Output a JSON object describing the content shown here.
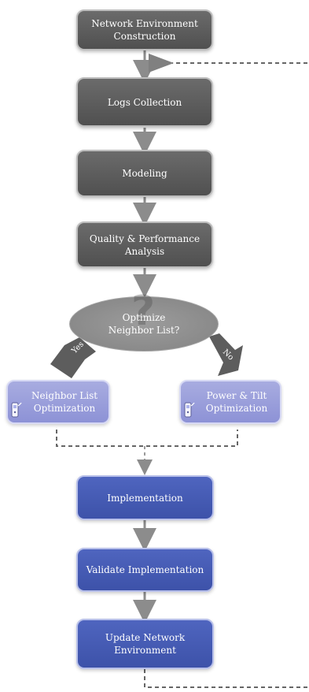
{
  "nodes": {
    "network_environment": "Network Environment\nConstruction",
    "logs_collection": "Logs Collection",
    "modeling": "Modeling",
    "quality_performance": "Quality & Performance\nAnalysis",
    "decision": "Optimize\nNeighbor List?",
    "neighbor_list_optimization": "Neighbor List\nOptimization",
    "power_tilt_optimization": "Power & Tilt\nOptimization",
    "implementation": "Implementation",
    "validate_implementation": "Validate Implementation",
    "update_network_environment": "Update Network\nEnvironment"
  },
  "branches": {
    "yes": "Yes",
    "no": "No"
  },
  "icons": {
    "decision_watermark": "question-mark-icon",
    "branch_device": "phone-icon"
  },
  "colors": {
    "gray_box": "#5d5d5d",
    "decision": "#8e8e8e",
    "lavender_box": "#989ddc",
    "blue_box": "#455bb5",
    "connector": "#8c8c8c",
    "dash": "#666666"
  }
}
